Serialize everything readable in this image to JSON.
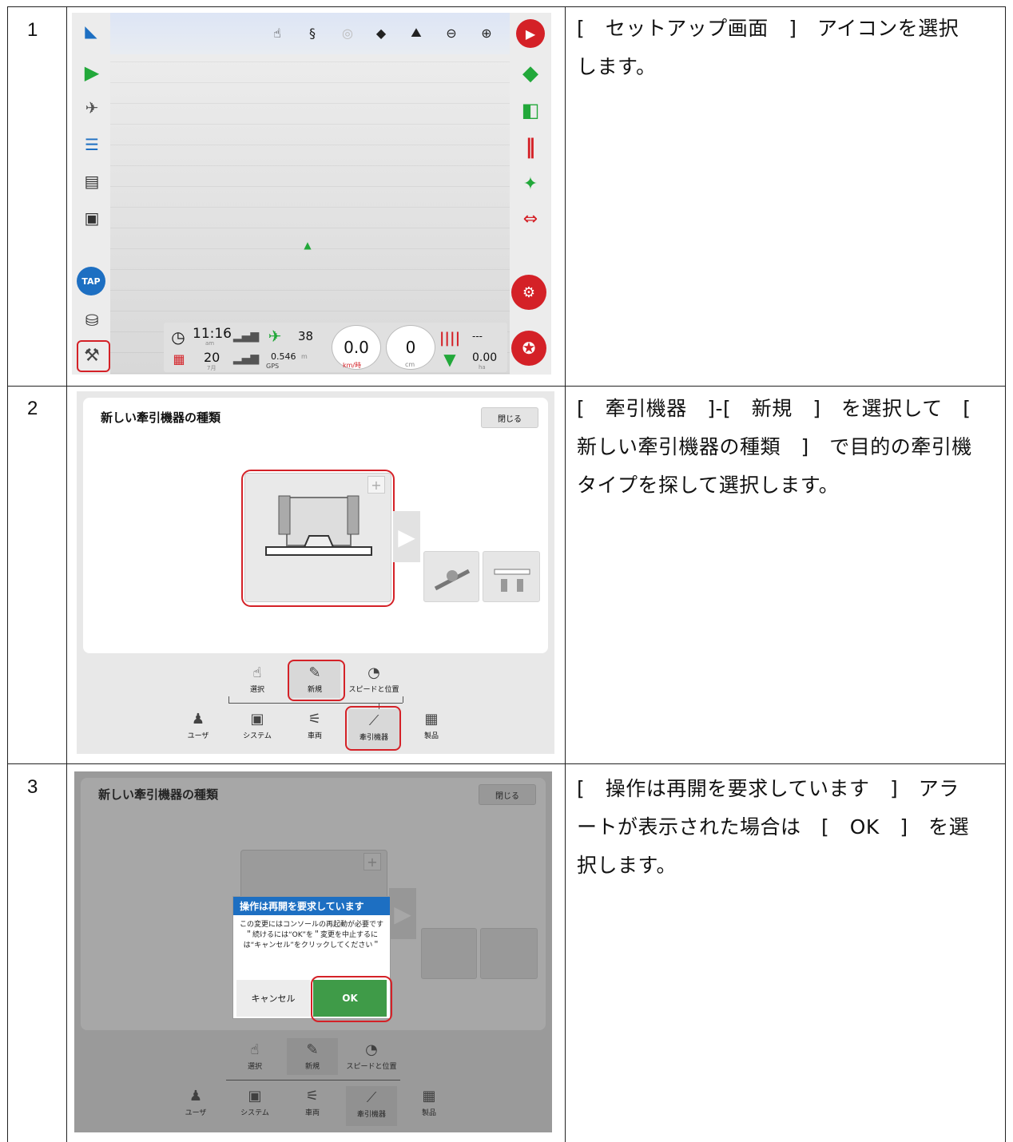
{
  "rows": [
    {
      "num": "1",
      "desc": "[　セットアップ画面　]　アイコンを選択します。"
    },
    {
      "num": "2",
      "desc": "[　牽引機器　]-[　新規　]　を選択して　[　新しい牽引機器の種類　]　で目的の牽引機タイプを探して選択します。"
    },
    {
      "num": "3",
      "desc": "[　操作は再開を要求しています　]　アラートが表示された場合は　[　OK　]　を選択します。"
    }
  ],
  "screen1": {
    "tap_label": "TAP",
    "time": "11:16",
    "time_ampm": "am",
    "date_day": "20",
    "date_month": "7月",
    "satellites": "38",
    "accuracy": "0.546",
    "accuracy_unit": "m",
    "gps_label": "GPS",
    "speed": "0.0",
    "speed_unit": "km/時",
    "offset": "0",
    "offset_unit": "cm",
    "area_dash": "---",
    "area": "0.00",
    "area_unit": "ha"
  },
  "screen2": {
    "title": "新しい牽引機器の種類",
    "close": "閉じる",
    "plus": "+",
    "nav_top": [
      "選択",
      "新規",
      "スピードと位置"
    ],
    "nav_bottom": [
      "ユーザ",
      "システム",
      "車両",
      "牽引機器",
      "製品"
    ]
  },
  "screen3": {
    "title": "新しい牽引機器の種類",
    "close": "閉じる",
    "dialog_title": "操作は再開を要求しています",
    "dialog_body": "この変更にはコンソールの再起動が必要です＂続けるには“OK”を＂変更を中止するには“キャンセル”をクリックしてください＂",
    "cancel": "キャンセル",
    "ok": "OK",
    "nav_top": [
      "選択",
      "新規",
      "スピードと位置"
    ],
    "nav_bottom": [
      "ユーザ",
      "システム",
      "車両",
      "牽引機器",
      "製品"
    ]
  }
}
